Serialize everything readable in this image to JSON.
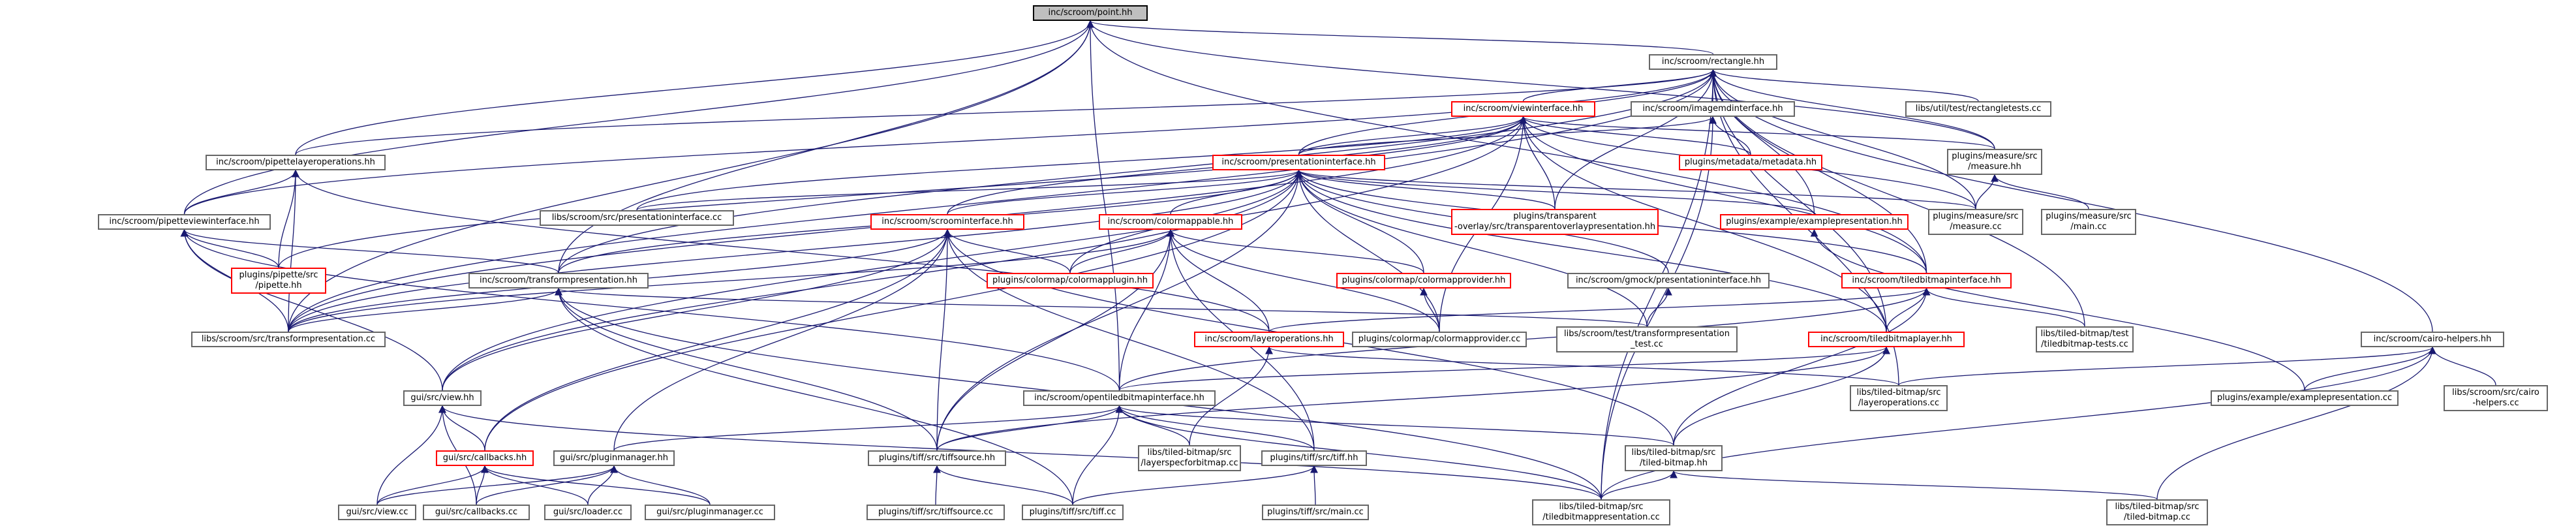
{
  "nodes": [
    {
      "id": "point",
      "lines": [
        "inc/scroom/point.hh"
      ],
      "style": "root"
    },
    {
      "id": "rectangle",
      "lines": [
        "inc/scroom/rectangle.hh"
      ]
    },
    {
      "id": "viewinterface",
      "lines": [
        "inc/scroom/viewinterface.hh"
      ],
      "style": "red"
    },
    {
      "id": "imagemdinterface",
      "lines": [
        "inc/scroom/imagemdinterface.hh"
      ]
    },
    {
      "id": "rectangletests",
      "lines": [
        "libs/util/test/rectangletests.cc"
      ]
    },
    {
      "id": "pipettelayerops",
      "lines": [
        "inc/scroom/pipettelayeroperations.hh"
      ]
    },
    {
      "id": "presentationinterface",
      "lines": [
        "inc/scroom/presentationinterface.hh"
      ],
      "style": "red"
    },
    {
      "id": "metadata",
      "lines": [
        "plugins/metadata/metadata.hh"
      ],
      "style": "red"
    },
    {
      "id": "measure_hh",
      "lines": [
        "plugins/measure/src",
        "/measure.hh"
      ]
    },
    {
      "id": "pipetteviewinterface",
      "lines": [
        "inc/scroom/pipetteviewinterface.hh"
      ]
    },
    {
      "id": "presentationinterface_cc",
      "lines": [
        "libs/scroom/src/presentationinterface.cc"
      ]
    },
    {
      "id": "transparentoverlay",
      "lines": [
        "plugins/transparent",
        "-overlay/src/transparentoverlaypresentation.hh"
      ],
      "style": "red"
    },
    {
      "id": "examplepresentation_hh",
      "lines": [
        "plugins/example/examplepresentation.hh"
      ],
      "style": "red"
    },
    {
      "id": "measure_cc",
      "lines": [
        "plugins/measure/src",
        "/measure.cc"
      ]
    },
    {
      "id": "measure_main",
      "lines": [
        "plugins/measure/src",
        "/main.cc"
      ]
    },
    {
      "id": "scroominterface",
      "lines": [
        "inc/scroom/scroominterface.hh"
      ],
      "style": "red"
    },
    {
      "id": "colormappable",
      "lines": [
        "inc/scroom/colormappable.hh"
      ],
      "style": "red"
    },
    {
      "id": "pipette_hh",
      "lines": [
        "plugins/pipette/src",
        "/pipette.hh"
      ],
      "style": "red"
    },
    {
      "id": "colormapplugin",
      "lines": [
        "plugins/colormap/colormapplugin.hh"
      ],
      "style": "red"
    },
    {
      "id": "colormapprovider_hh",
      "lines": [
        "plugins/colormap/colormapprovider.hh"
      ],
      "style": "red"
    },
    {
      "id": "gmock_presentation",
      "lines": [
        "inc/scroom/gmock/presentationinterface.hh"
      ]
    },
    {
      "id": "tiledbitmapinterface",
      "lines": [
        "inc/scroom/tiledbitmapinterface.hh"
      ],
      "style": "red"
    },
    {
      "id": "transformpresentation_hh",
      "lines": [
        "inc/scroom/transformpresentation.hh"
      ]
    },
    {
      "id": "transformpresentation_cc",
      "lines": [
        "libs/scroom/src/transformpresentation.cc"
      ]
    },
    {
      "id": "layeroperations",
      "lines": [
        "inc/scroom/layeroperations.hh"
      ],
      "style": "red"
    },
    {
      "id": "colormapprovider_cc",
      "lines": [
        "plugins/colormap/colormapprovider.cc"
      ]
    },
    {
      "id": "transform_test",
      "lines": [
        "libs/scroom/test/transformpresentation",
        "_test.cc"
      ]
    },
    {
      "id": "tiledbitmaplayer",
      "lines": [
        "inc/scroom/tiledbitmaplayer.hh"
      ],
      "style": "red"
    },
    {
      "id": "tiledbitmaptests",
      "lines": [
        "libs/tiled-bitmap/test",
        "/tiledbitmap-tests.cc"
      ]
    },
    {
      "id": "cairohelpers",
      "lines": [
        "inc/scroom/cairo-helpers.hh"
      ]
    },
    {
      "id": "view_hh",
      "lines": [
        "gui/src/view.hh"
      ]
    },
    {
      "id": "opentiledbitmapinterface",
      "lines": [
        "inc/scroom/opentiledbitmapinterface.hh"
      ]
    },
    {
      "id": "layeroperations_cc",
      "lines": [
        "libs/tiled-bitmap/src",
        "/layeroperations.cc"
      ]
    },
    {
      "id": "examplepresentation_cc",
      "lines": [
        "plugins/example/examplepresentation.cc"
      ]
    },
    {
      "id": "cairohelpers_cc",
      "lines": [
        "libs/scroom/src/cairo",
        "-helpers.cc"
      ]
    },
    {
      "id": "callbacks_hh",
      "lines": [
        "gui/src/callbacks.hh"
      ],
      "style": "red"
    },
    {
      "id": "pluginmanager_hh",
      "lines": [
        "gui/src/pluginmanager.hh"
      ]
    },
    {
      "id": "tiffsource_hh",
      "lines": [
        "plugins/tiff/src/tiffsource.hh"
      ]
    },
    {
      "id": "layerspecforbitmap",
      "lines": [
        "libs/tiled-bitmap/src",
        "/layerspecforbitmap.cc"
      ]
    },
    {
      "id": "tiff_hh",
      "lines": [
        "plugins/tiff/src/tiff.hh"
      ]
    },
    {
      "id": "tiledbitmap_hh",
      "lines": [
        "libs/tiled-bitmap/src",
        "/tiled-bitmap.hh"
      ]
    },
    {
      "id": "view_cc",
      "lines": [
        "gui/src/view.cc"
      ]
    },
    {
      "id": "callbacks_cc",
      "lines": [
        "gui/src/callbacks.cc"
      ]
    },
    {
      "id": "loader_cc",
      "lines": [
        "gui/src/loader.cc"
      ]
    },
    {
      "id": "pluginmanager_cc",
      "lines": [
        "gui/src/pluginmanager.cc"
      ]
    },
    {
      "id": "tiffsource_cc",
      "lines": [
        "plugins/tiff/src/tiffsource.cc"
      ]
    },
    {
      "id": "tiff_cc",
      "lines": [
        "plugins/tiff/src/tiff.cc"
      ]
    },
    {
      "id": "tiff_main",
      "lines": [
        "plugins/tiff/src/main.cc"
      ]
    },
    {
      "id": "tiledbitmappresentation",
      "lines": [
        "libs/tiled-bitmap/src",
        "/tiledbitmappresentation.cc"
      ]
    },
    {
      "id": "tiledbitmap_cc",
      "lines": [
        "libs/tiled-bitmap/src",
        "/tiled-bitmap.cc"
      ]
    }
  ],
  "edges": [
    [
      "rectangle",
      "point"
    ],
    [
      "pipettelayerops",
      "point"
    ],
    [
      "pipetteviewinterface",
      "point"
    ],
    [
      "transformpresentation_hh",
      "point"
    ],
    [
      "transformpresentation_cc",
      "point"
    ],
    [
      "measure_hh",
      "point"
    ],
    [
      "tiledbitmapinterface",
      "point"
    ],
    [
      "opentiledbitmapinterface",
      "point"
    ],
    [
      "viewinterface",
      "rectangle"
    ],
    [
      "imagemdinterface",
      "rectangle"
    ],
    [
      "rectangletests",
      "rectangle"
    ],
    [
      "pipettelayerops",
      "rectangle"
    ],
    [
      "presentationinterface",
      "rectangle"
    ],
    [
      "measure_hh",
      "rectangle"
    ],
    [
      "pipetteviewinterface",
      "rectangle"
    ],
    [
      "transparentoverlay",
      "rectangle"
    ],
    [
      "examplepresentation_hh",
      "rectangle"
    ],
    [
      "measure_cc",
      "rectangle"
    ],
    [
      "transformpresentation_hh",
      "rectangle"
    ],
    [
      "transformpresentation_cc",
      "rectangle"
    ],
    [
      "tiledbitmapinterface",
      "rectangle"
    ],
    [
      "tiledbitmaplayer",
      "rectangle"
    ],
    [
      "tiledbitmaptests",
      "rectangle"
    ],
    [
      "cairohelpers",
      "rectangle"
    ],
    [
      "tiledbitmappresentation",
      "rectangle"
    ],
    [
      "layeroperations_cc",
      "rectangle"
    ],
    [
      "presentationinterface",
      "viewinterface"
    ],
    [
      "metadata",
      "viewinterface"
    ],
    [
      "measure_hh",
      "viewinterface"
    ],
    [
      "pipette_hh",
      "viewinterface"
    ],
    [
      "transparentoverlay",
      "viewinterface"
    ],
    [
      "presentationinterface_cc",
      "viewinterface"
    ],
    [
      "measure_cc",
      "viewinterface"
    ],
    [
      "scroominterface",
      "viewinterface"
    ],
    [
      "tiledbitmapinterface",
      "viewinterface"
    ],
    [
      "view_hh",
      "viewinterface"
    ],
    [
      "transformpresentation_cc",
      "viewinterface"
    ],
    [
      "colormapprovider_cc",
      "viewinterface"
    ],
    [
      "tiledbitmaplayer",
      "viewinterface"
    ],
    [
      "presentationinterface",
      "imagemdinterface"
    ],
    [
      "metadata",
      "imagemdinterface"
    ],
    [
      "tiledbitmappresentation",
      "imagemdinterface"
    ],
    [
      "pipetteviewinterface",
      "pipettelayerops"
    ],
    [
      "pipette_hh",
      "pipettelayerops"
    ],
    [
      "transformpresentation_cc",
      "pipettelayerops"
    ],
    [
      "layeroperations",
      "pipettelayerops"
    ],
    [
      "presentationinterface_cc",
      "presentationinterface"
    ],
    [
      "transparentoverlay",
      "presentationinterface"
    ],
    [
      "examplepresentation_hh",
      "presentationinterface"
    ],
    [
      "measure_cc",
      "presentationinterface"
    ],
    [
      "scroominterface",
      "presentationinterface"
    ],
    [
      "colormappable",
      "presentationinterface"
    ],
    [
      "colormapplugin",
      "presentationinterface"
    ],
    [
      "colormapprovider_hh",
      "presentationinterface"
    ],
    [
      "gmock_presentation",
      "presentationinterface"
    ],
    [
      "tiledbitmapinterface",
      "presentationinterface"
    ],
    [
      "transformpresentation_hh",
      "presentationinterface"
    ],
    [
      "transformpresentation_cc",
      "presentationinterface"
    ],
    [
      "view_hh",
      "presentationinterface"
    ],
    [
      "colormapprovider_cc",
      "presentationinterface"
    ],
    [
      "transform_test",
      "presentationinterface"
    ],
    [
      "tiledbitmaplayer",
      "presentationinterface"
    ],
    [
      "callbacks_hh",
      "presentationinterface"
    ],
    [
      "tiffsource_hh",
      "presentationinterface"
    ],
    [
      "measure_cc",
      "measure_hh"
    ],
    [
      "measure_main",
      "measure_hh"
    ],
    [
      "transformpresentation_hh",
      "pipetteviewinterface"
    ],
    [
      "transformpresentation_cc",
      "pipetteviewinterface"
    ],
    [
      "pipette_hh",
      "pipetteviewinterface"
    ],
    [
      "view_hh",
      "pipetteviewinterface"
    ],
    [
      "opentiledbitmapinterface",
      "pipetteviewinterface"
    ],
    [
      "examplepresentation_cc",
      "examplepresentation_hh"
    ],
    [
      "colormapplugin",
      "scroominterface"
    ],
    [
      "view_hh",
      "scroominterface"
    ],
    [
      "callbacks_hh",
      "scroominterface"
    ],
    [
      "pluginmanager_hh",
      "scroominterface"
    ],
    [
      "tiffsource_hh",
      "scroominterface"
    ],
    [
      "tiff_hh",
      "scroominterface"
    ],
    [
      "tiledbitmap_hh",
      "scroominterface"
    ],
    [
      "transformpresentation_cc",
      "scroominterface"
    ],
    [
      "colormapplugin",
      "colormappable"
    ],
    [
      "colormapprovider_hh",
      "colormappable"
    ],
    [
      "colormapprovider_cc",
      "colormappable"
    ],
    [
      "transformpresentation_cc",
      "colormappable"
    ],
    [
      "layeroperations",
      "colormappable"
    ],
    [
      "opentiledbitmapinterface",
      "colormappable"
    ],
    [
      "tiffsource_hh",
      "colormappable"
    ],
    [
      "tiff_hh",
      "colormappable"
    ],
    [
      "colormapprovider_cc",
      "colormapprovider_hh"
    ],
    [
      "transform_test",
      "gmock_presentation"
    ],
    [
      "tiledbitmaplayer",
      "tiledbitmapinterface"
    ],
    [
      "layeroperations",
      "tiledbitmapinterface"
    ],
    [
      "tiledbitmaptests",
      "tiledbitmapinterface"
    ],
    [
      "tiledbitmap_hh",
      "tiledbitmapinterface"
    ],
    [
      "opentiledbitmapinterface",
      "tiledbitmapinterface"
    ],
    [
      "transformpresentation_cc",
      "transformpresentation_hh"
    ],
    [
      "transform_test",
      "transformpresentation_hh"
    ],
    [
      "tiffsource_hh",
      "transformpresentation_hh"
    ],
    [
      "tiff_cc",
      "transformpresentation_hh"
    ],
    [
      "tiledbitmappresentation",
      "transformpresentation_hh"
    ],
    [
      "layeroperations_cc",
      "layeroperations"
    ],
    [
      "layerspecforbitmap",
      "layeroperations"
    ],
    [
      "tiledbitmap_hh",
      "tiledbitmaplayer"
    ],
    [
      "opentiledbitmapinterface",
      "tiledbitmaplayer"
    ],
    [
      "tiffsource_hh",
      "tiledbitmaplayer"
    ],
    [
      "layeroperations_cc",
      "cairohelpers"
    ],
    [
      "examplepresentation_cc",
      "cairohelpers"
    ],
    [
      "cairohelpers_cc",
      "cairohelpers"
    ],
    [
      "tiledbitmappresentation",
      "cairohelpers"
    ],
    [
      "tiledbitmap_cc",
      "cairohelpers"
    ],
    [
      "view_cc",
      "view_hh"
    ],
    [
      "callbacks_hh",
      "view_hh"
    ],
    [
      "callbacks_cc",
      "view_hh"
    ],
    [
      "tiledbitmappresentation",
      "view_hh"
    ],
    [
      "pluginmanager_hh",
      "opentiledbitmapinterface"
    ],
    [
      "tiffsource_hh",
      "opentiledbitmapinterface"
    ],
    [
      "layerspecforbitmap",
      "opentiledbitmapinterface"
    ],
    [
      "tiff_hh",
      "opentiledbitmapinterface"
    ],
    [
      "tiledbitmap_hh",
      "opentiledbitmapinterface"
    ],
    [
      "tiff_cc",
      "opentiledbitmapinterface"
    ],
    [
      "tiledbitmappresentation",
      "opentiledbitmapinterface"
    ],
    [
      "view_cc",
      "callbacks_hh"
    ],
    [
      "callbacks_cc",
      "callbacks_hh"
    ],
    [
      "loader_cc",
      "callbacks_hh"
    ],
    [
      "pluginmanager_cc",
      "callbacks_hh"
    ],
    [
      "view_cc",
      "pluginmanager_hh"
    ],
    [
      "callbacks_cc",
      "pluginmanager_hh"
    ],
    [
      "loader_cc",
      "pluginmanager_hh"
    ],
    [
      "pluginmanager_cc",
      "pluginmanager_hh"
    ],
    [
      "tiffsource_cc",
      "tiffsource_hh"
    ],
    [
      "tiff_cc",
      "tiffsource_hh"
    ],
    [
      "tiff_cc",
      "tiff_hh"
    ],
    [
      "tiff_main",
      "tiff_hh"
    ],
    [
      "tiledbitmappresentation",
      "tiledbitmap_hh"
    ],
    [
      "tiledbitmap_cc",
      "tiledbitmap_hh"
    ]
  ]
}
